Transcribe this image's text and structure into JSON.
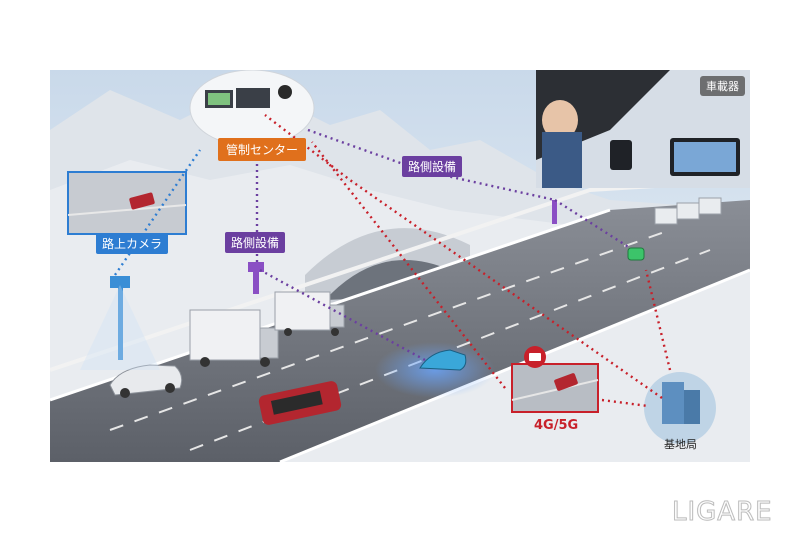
{
  "labels": {
    "control_center": "管制センター",
    "roadside_top": "路側設備",
    "roadside_left": "路側設備",
    "road_camera": "路上カメラ",
    "onboard": "車載器",
    "network": "4G/5G",
    "base_station": "基地局"
  },
  "brand": "LIGARE",
  "colors": {
    "purple": "#6b3fa0",
    "orange": "#e0701c",
    "blue": "#2d7dd2",
    "red": "#c8202a"
  },
  "icons": [
    "camera-icon",
    "building-icon",
    "monitor-icon",
    "antenna-icon"
  ]
}
